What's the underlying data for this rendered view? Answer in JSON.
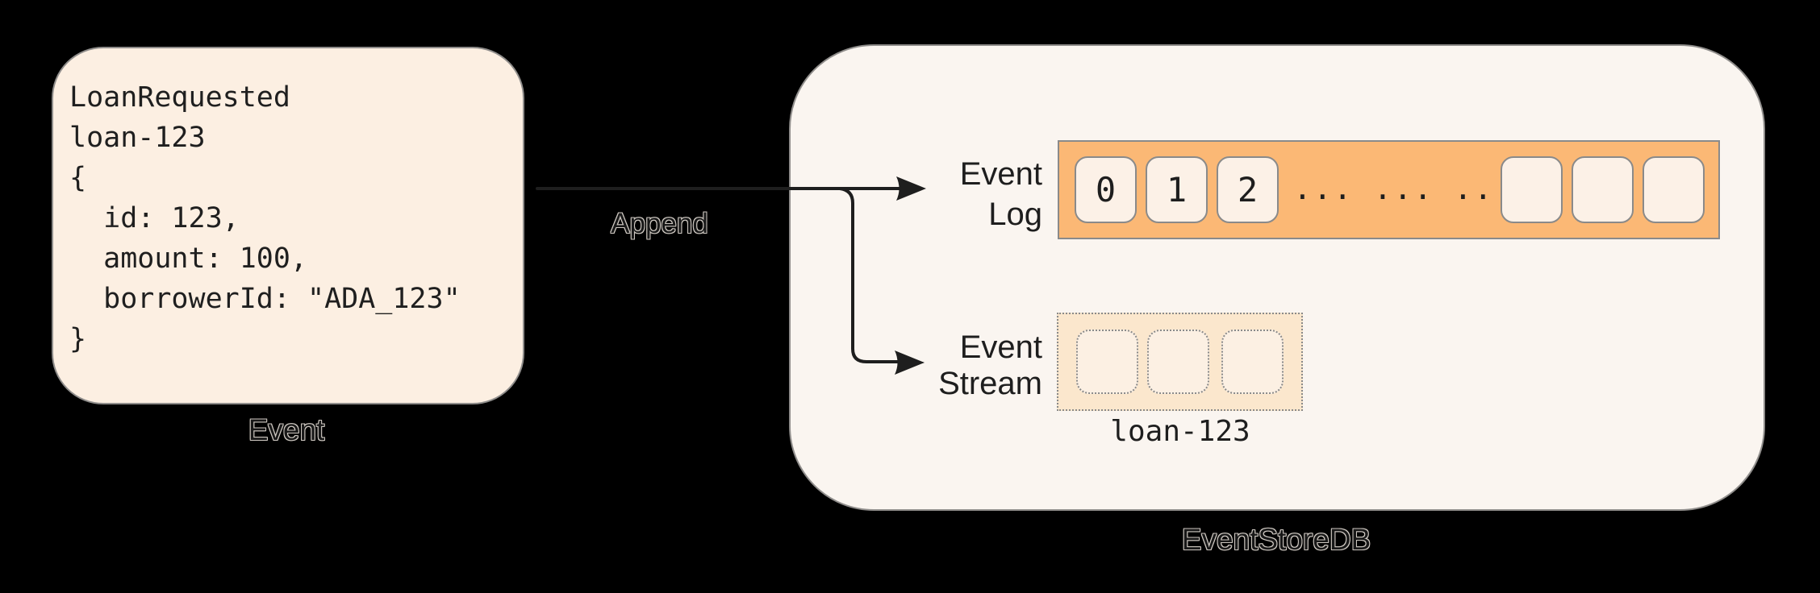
{
  "event_card": {
    "code_lines": [
      "LoanRequested",
      "loan-123",
      "{",
      "  id: 123,",
      "  amount: 100,",
      "  borrowerId: \"ADA_123\"",
      "}"
    ],
    "label": "Event"
  },
  "append": {
    "label": "Append"
  },
  "store": {
    "label": "EventStoreDB",
    "log": {
      "label_lines": [
        "Event",
        "Log"
      ],
      "numbered_cells": [
        "0",
        "1",
        "2"
      ],
      "ellipsis": "... ... ...",
      "empty_cell_count": 3
    },
    "stream": {
      "label_lines": [
        "Event",
        "Stream"
      ],
      "empty_cell_count": 3,
      "stream_name": "loan-123"
    }
  },
  "colors": {
    "background": "#000000",
    "card_fill": "#FCEFE2",
    "container_fill": "#FAF5F0",
    "log_bar_fill": "#FBB875",
    "log_cell_fill": "#FCF1E7",
    "stream_fill": "#FBE7CD",
    "stream_cell_fill": "#FCF0E3",
    "border_gray": "#8A8A8A",
    "text_dark": "#1E1E1E",
    "arrow": "#1E1E1E"
  }
}
